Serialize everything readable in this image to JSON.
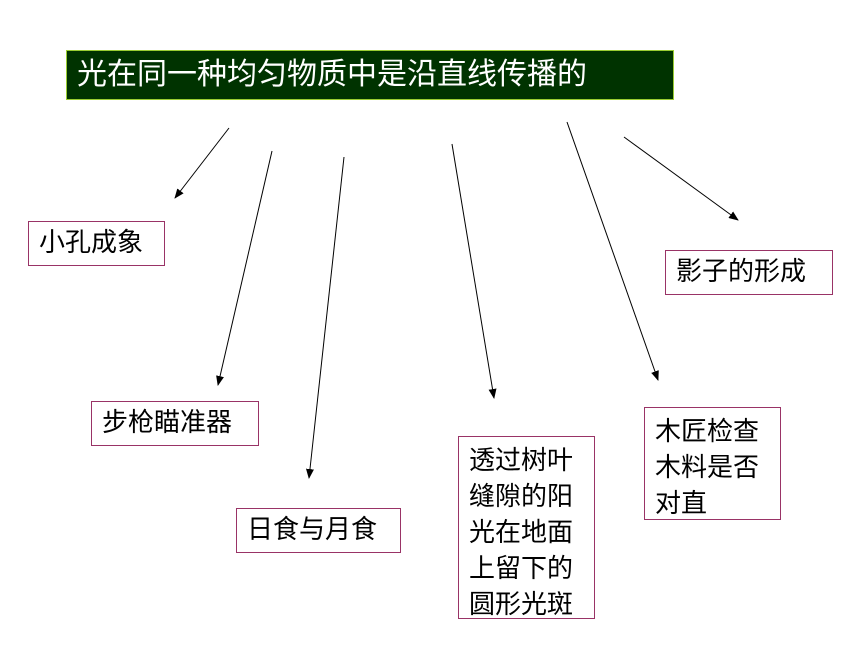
{
  "title": "光在同一种均匀物质中是沿直线传播的",
  "nodes": {
    "pinhole": "小孔成象",
    "shadow": "影子的形成",
    "gunsight": "步枪瞄准器",
    "eclipse": "日食与月食",
    "leaf_spots": [
      "透过树叶",
      "缝隙的阳",
      "光在地面",
      "上留下的",
      "圆形光斑"
    ],
    "carpenter": [
      "木匠检查",
      "木料是否",
      "对直"
    ]
  },
  "colors": {
    "title_background": "#003300",
    "title_border": "#9acd32",
    "title_text": "#ffffff",
    "box_border": "#993366",
    "arrow": "#000000"
  }
}
